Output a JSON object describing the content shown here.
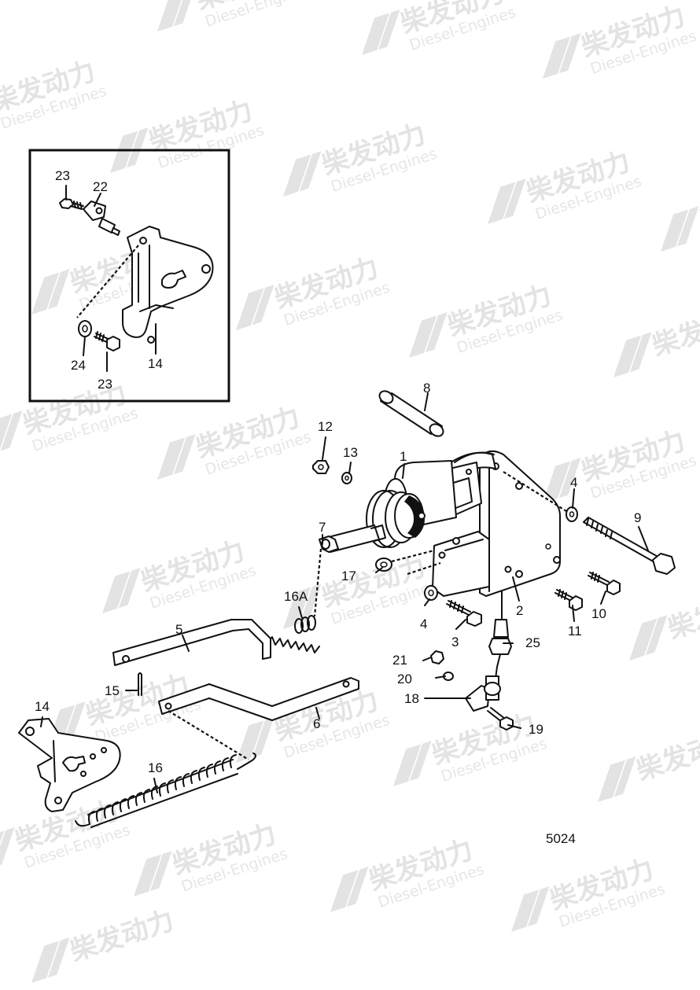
{
  "watermark": {
    "brand_cn": "柴发动力",
    "brand_en": "Diesel-Engines"
  },
  "diagram_number": "5024",
  "callouts": {
    "inset_23_top": "23",
    "inset_22": "22",
    "inset_24": "24",
    "inset_23_bottom": "23",
    "inset_14": "14",
    "c8": "8",
    "c12": "12",
    "c13": "13",
    "c1": "1",
    "c4_right": "4",
    "c9": "9",
    "c7": "7",
    "c17": "17",
    "c16A": "16A",
    "c5": "5",
    "c4_low": "4",
    "c3": "3",
    "c2": "2",
    "c11": "11",
    "c10": "10",
    "c25": "25",
    "c21": "21",
    "c20": "20",
    "c18": "18",
    "c19": "19",
    "c15": "15",
    "c6": "6",
    "c14": "14",
    "c16": "16"
  }
}
